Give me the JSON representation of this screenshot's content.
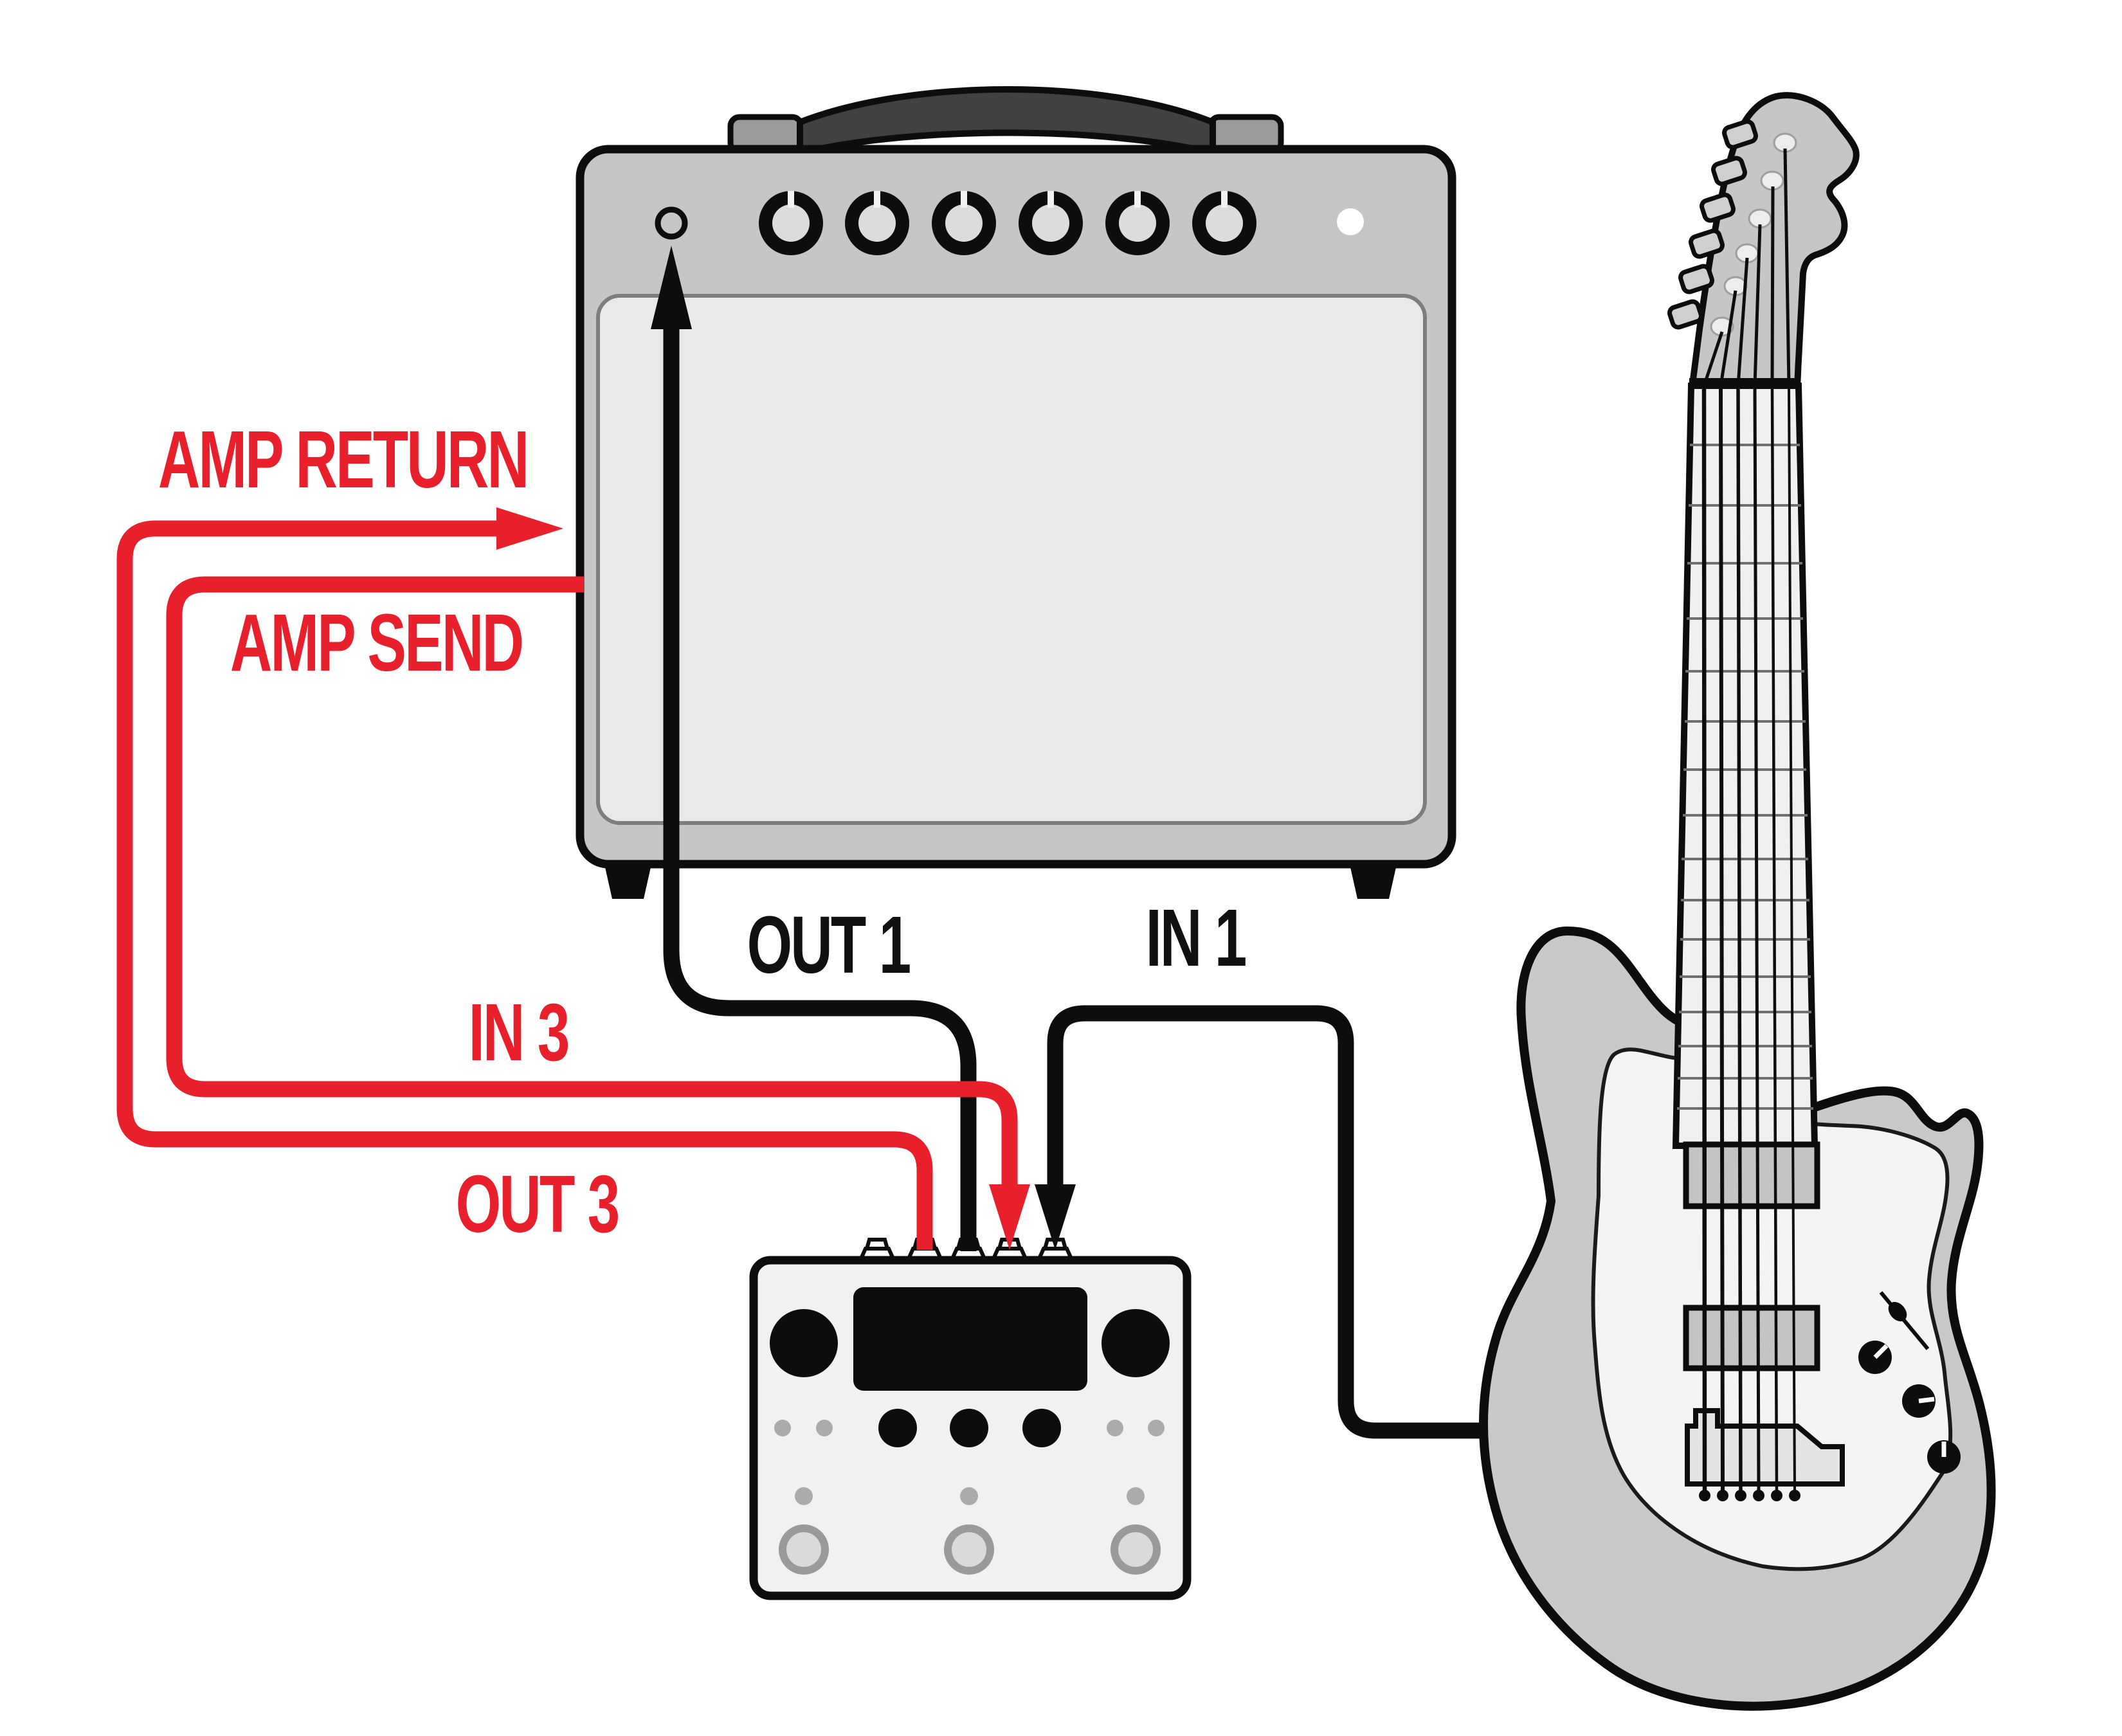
{
  "labels": {
    "amp_return": "AMP RETURN",
    "amp_send": "AMP SEND",
    "in_3": "IN 3",
    "out_3": "OUT 3",
    "out_1": "OUT 1",
    "in_1": "IN 1"
  },
  "colors": {
    "cable_red": "#e8202b",
    "ink": "#0d0d0d",
    "amp_body": "#c6c6c6",
    "amp_grille": "#e9e9e9",
    "amp_grille_border": "#7d7d7d",
    "handle_dark": "#414141",
    "handle_cap": "#9b9b9b",
    "knob_inner": "#dcdcdc",
    "pedal_body": "#f1f1f1",
    "pedal_gray_dot": "#ababab",
    "guitar_body": "#c9c9c9",
    "pickguard": "#f4f4f4",
    "neck": "#f0f0f0",
    "headstock": "#c6c6c6",
    "pickup": "#c4c4c4",
    "bridge": "#e4e4e4"
  },
  "components": {
    "amplifier": {
      "knobs": 6,
      "input_jacks": 1,
      "pilot_lights": 1
    },
    "pedal": {
      "top_jacks": 5,
      "large_knobs": 2,
      "small_knobs": 3,
      "footswitches": 3,
      "leds": 3
    },
    "guitar": {
      "strings": 6,
      "pickups": 2,
      "control_knobs": 3,
      "tuners": 6
    }
  }
}
